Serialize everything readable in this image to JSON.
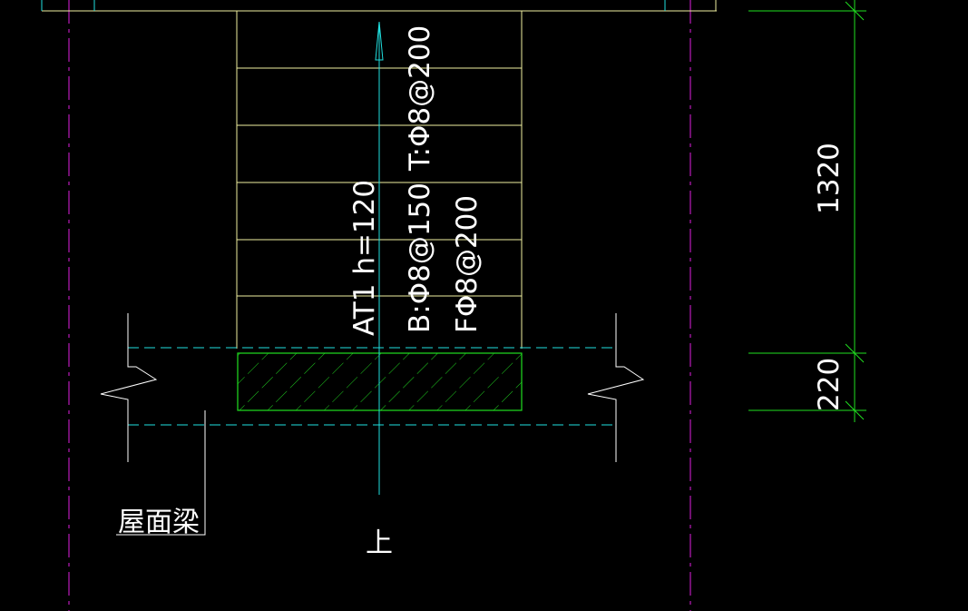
{
  "colors": {
    "background": "#000000",
    "axis_magenta": "#e020e0",
    "stair_yellow": "#f0f0a0",
    "dimension_green": "#20e020",
    "center_cyan": "#20e0e0",
    "text_white": "#ffffff",
    "hatch_green": "#20d020"
  },
  "annotations": {
    "stair_label": "AT1 h=120",
    "bottom_rebar": "B:Φ8@150",
    "top_rebar": "T:Φ8@200",
    "distribution_rebar": "FΦ8@200",
    "beam_label": "屋面梁",
    "direction_label": "上"
  },
  "dimensions": {
    "stair_run": "1320",
    "beam_width": "220"
  }
}
